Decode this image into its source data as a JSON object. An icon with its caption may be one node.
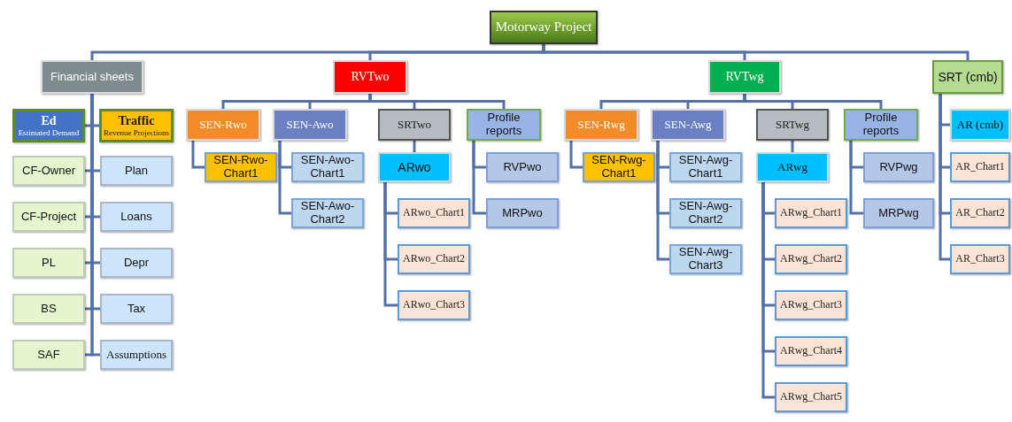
{
  "diagram": {
    "nodes": [
      {
        "text": [
          "Motorway Project"
        ]
      },
      {
        "text": [
          "Financial sheets"
        ]
      },
      {
        "text": [
          "RVTwo"
        ]
      },
      {
        "text": [
          "RVTwg"
        ]
      },
      {
        "text": [
          "SRT (cmb)"
        ]
      },
      {
        "text": [
          "Ed",
          "Estimated Demand"
        ]
      },
      {
        "text": [
          "Traffic",
          "Revenue Projections"
        ]
      },
      {
        "text": [
          "CF-Owner"
        ]
      },
      {
        "text": [
          "Plan"
        ]
      },
      {
        "text": [
          "CF-Project"
        ]
      },
      {
        "text": [
          "Loans"
        ]
      },
      {
        "text": [
          "PL"
        ]
      },
      {
        "text": [
          "Depr"
        ]
      },
      {
        "text": [
          "BS"
        ]
      },
      {
        "text": [
          "Tax"
        ]
      },
      {
        "text": [
          "SAF"
        ]
      },
      {
        "text": [
          "Assumptions"
        ]
      },
      {
        "text": [
          "SEN-Rwo"
        ]
      },
      {
        "text": [
          "SEN-Rwo-Chart1"
        ]
      },
      {
        "text": [
          "SEN-Awo"
        ]
      },
      {
        "text": [
          "SEN-Awo-Chart1"
        ]
      },
      {
        "text": [
          "SEN-Awo-Chart2"
        ]
      },
      {
        "text": [
          "SRTwo"
        ]
      },
      {
        "text": [
          "ARwo"
        ]
      },
      {
        "text": [
          "ARwo_Chart1"
        ]
      },
      {
        "text": [
          "ARwo_Chart2"
        ]
      },
      {
        "text": [
          "ARwo_Chart3"
        ]
      },
      {
        "text": [
          "Profile reports"
        ]
      },
      {
        "text": [
          "RVPwo"
        ]
      },
      {
        "text": [
          "MRPwo"
        ]
      },
      {
        "text": [
          "SEN-Rwg"
        ]
      },
      {
        "text": [
          "SEN-Rwg-Chart1"
        ]
      },
      {
        "text": [
          "SEN-Awg"
        ]
      },
      {
        "text": [
          "SEN-Awg-Chart1"
        ]
      },
      {
        "text": [
          "SEN-Awg-Chart2"
        ]
      },
      {
        "text": [
          "SEN-Awg-Chart3"
        ]
      },
      {
        "text": [
          "SRTwg"
        ]
      },
      {
        "text": [
          "ARwg"
        ]
      },
      {
        "text": [
          "ARwg_Chart1"
        ]
      },
      {
        "text": [
          "ARwg_Chart2"
        ]
      },
      {
        "text": [
          "ARwg_Chart3"
        ]
      },
      {
        "text": [
          "ARwg_Chart4"
        ]
      },
      {
        "text": [
          "ARwg_Chart5"
        ]
      },
      {
        "text": [
          "Profile reports"
        ]
      },
      {
        "text": [
          "RVPwg"
        ]
      },
      {
        "text": [
          "MRPwg"
        ]
      },
      {
        "text": [
          "AR (cmb)"
        ]
      },
      {
        "text": [
          "AR_Chart1"
        ]
      },
      {
        "text": [
          "AR_Chart2"
        ]
      },
      {
        "text": [
          "AR_Chart3"
        ]
      }
    ],
    "edges": [
      {
        "from": 0,
        "to": 1,
        "arrow": "none"
      },
      {
        "from": 0,
        "to": 2,
        "arrow": "none"
      },
      {
        "from": 0,
        "to": 3,
        "arrow": "none"
      },
      {
        "from": 0,
        "to": 4,
        "arrow": "none"
      },
      {
        "from": 1,
        "to": 5,
        "arrow": "none"
      },
      {
        "from": 1,
        "to": 6,
        "arrow": "none"
      },
      {
        "from": 1,
        "to": 7,
        "arrow": "none"
      },
      {
        "from": 1,
        "to": 8,
        "arrow": "none"
      },
      {
        "from": 1,
        "to": 9,
        "arrow": "none"
      },
      {
        "from": 1,
        "to": 10,
        "arrow": "none"
      },
      {
        "from": 1,
        "to": 11,
        "arrow": "none"
      },
      {
        "from": 1,
        "to": 12,
        "arrow": "none"
      },
      {
        "from": 1,
        "to": 13,
        "arrow": "none"
      },
      {
        "from": 1,
        "to": 14,
        "arrow": "none"
      },
      {
        "from": 1,
        "to": 15,
        "arrow": "none"
      },
      {
        "from": 1,
        "to": 16,
        "arrow": "none"
      },
      {
        "from": 2,
        "to": 17,
        "arrow": "none"
      },
      {
        "from": 2,
        "to": 19,
        "arrow": "none"
      },
      {
        "from": 2,
        "to": 22,
        "arrow": "none"
      },
      {
        "from": 2,
        "to": 27,
        "arrow": "none"
      },
      {
        "from": 17,
        "to": 18,
        "arrow": "none"
      },
      {
        "from": 19,
        "to": 20,
        "arrow": "none"
      },
      {
        "from": 19,
        "to": 21,
        "arrow": "none"
      },
      {
        "from": 22,
        "to": 23,
        "arrow": "none"
      },
      {
        "from": 23,
        "to": 24,
        "arrow": "none"
      },
      {
        "from": 23,
        "to": 25,
        "arrow": "none"
      },
      {
        "from": 23,
        "to": 26,
        "arrow": "none"
      },
      {
        "from": 27,
        "to": 28,
        "arrow": "none"
      },
      {
        "from": 27,
        "to": 29,
        "arrow": "none"
      },
      {
        "from": 3,
        "to": 30,
        "arrow": "none"
      },
      {
        "from": 3,
        "to": 32,
        "arrow": "none"
      },
      {
        "from": 3,
        "to": 36,
        "arrow": "none"
      },
      {
        "from": 3,
        "to": 43,
        "arrow": "none"
      },
      {
        "from": 30,
        "to": 31,
        "arrow": "none"
      },
      {
        "from": 32,
        "to": 33,
        "arrow": "none"
      },
      {
        "from": 32,
        "to": 34,
        "arrow": "none"
      },
      {
        "from": 32,
        "to": 35,
        "arrow": "none"
      },
      {
        "from": 36,
        "to": 37,
        "arrow": "none"
      },
      {
        "from": 37,
        "to": 38,
        "arrow": "none"
      },
      {
        "from": 37,
        "to": 39,
        "arrow": "none"
      },
      {
        "from": 37,
        "to": 40,
        "arrow": "none"
      },
      {
        "from": 37,
        "to": 41,
        "arrow": "none"
      },
      {
        "from": 37,
        "to": 42,
        "arrow": "none"
      },
      {
        "from": 43,
        "to": 44,
        "arrow": "none"
      },
      {
        "from": 43,
        "to": 45,
        "arrow": "none"
      },
      {
        "from": 4,
        "to": 46,
        "arrow": "none"
      },
      {
        "from": 4,
        "to": 47,
        "arrow": "none"
      },
      {
        "from": 4,
        "to": 48,
        "arrow": "none"
      },
      {
        "from": 4,
        "to": 49,
        "arrow": "none"
      }
    ]
  }
}
